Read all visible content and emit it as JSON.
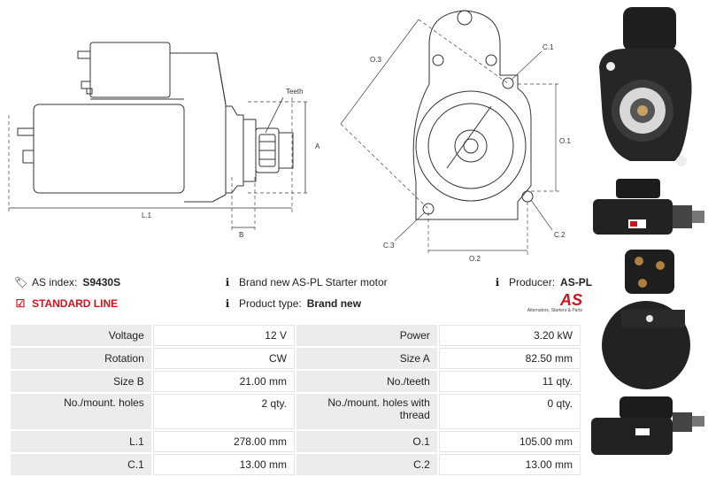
{
  "drawing": {
    "labels": {
      "teeth": "Teeth",
      "a": "A",
      "b": "B",
      "l1": "L.1",
      "o3": "O.3",
      "c1": "C.1",
      "o1": "O.1",
      "c3": "C.3",
      "c2": "C.2",
      "o2": "O.2"
    }
  },
  "info": {
    "as_index_label": "AS index:",
    "as_index_value": "S9430S",
    "line_label": "STANDARD LINE",
    "description": "Brand new AS-PL Starter motor",
    "producer_label": "Producer:",
    "producer_value": "AS-PL",
    "product_type_label": "Product type:",
    "product_type_value": "Brand new"
  },
  "logo": {
    "mark": "AS",
    "tagline": "Alternators, Starters & Parts",
    "color": "#d0141b"
  },
  "specs": [
    {
      "k1": "Voltage",
      "v1": "12 V",
      "k2": "Power",
      "v2": "3.20 kW"
    },
    {
      "k1": "Rotation",
      "v1": "CW",
      "k2": "Size A",
      "v2": "82.50 mm"
    },
    {
      "k1": "Size B",
      "v1": "21.00 mm",
      "k2": "No./teeth",
      "v2": "11 qty."
    },
    {
      "k1": "No./mount. holes",
      "v1": "2 qty.",
      "k2": "No./mount. holes with thread",
      "v2": "0 qty."
    },
    {
      "k1": "L.1",
      "v1": "278.00 mm",
      "k2": "O.1",
      "v2": "105.00 mm"
    },
    {
      "k1": "C.1",
      "v1": "13.00 mm",
      "k2": "C.2",
      "v2": "13.00 mm"
    }
  ],
  "icons": {
    "tag": "tag-icon",
    "check": "checkbox-icon",
    "info": "info-icon"
  }
}
